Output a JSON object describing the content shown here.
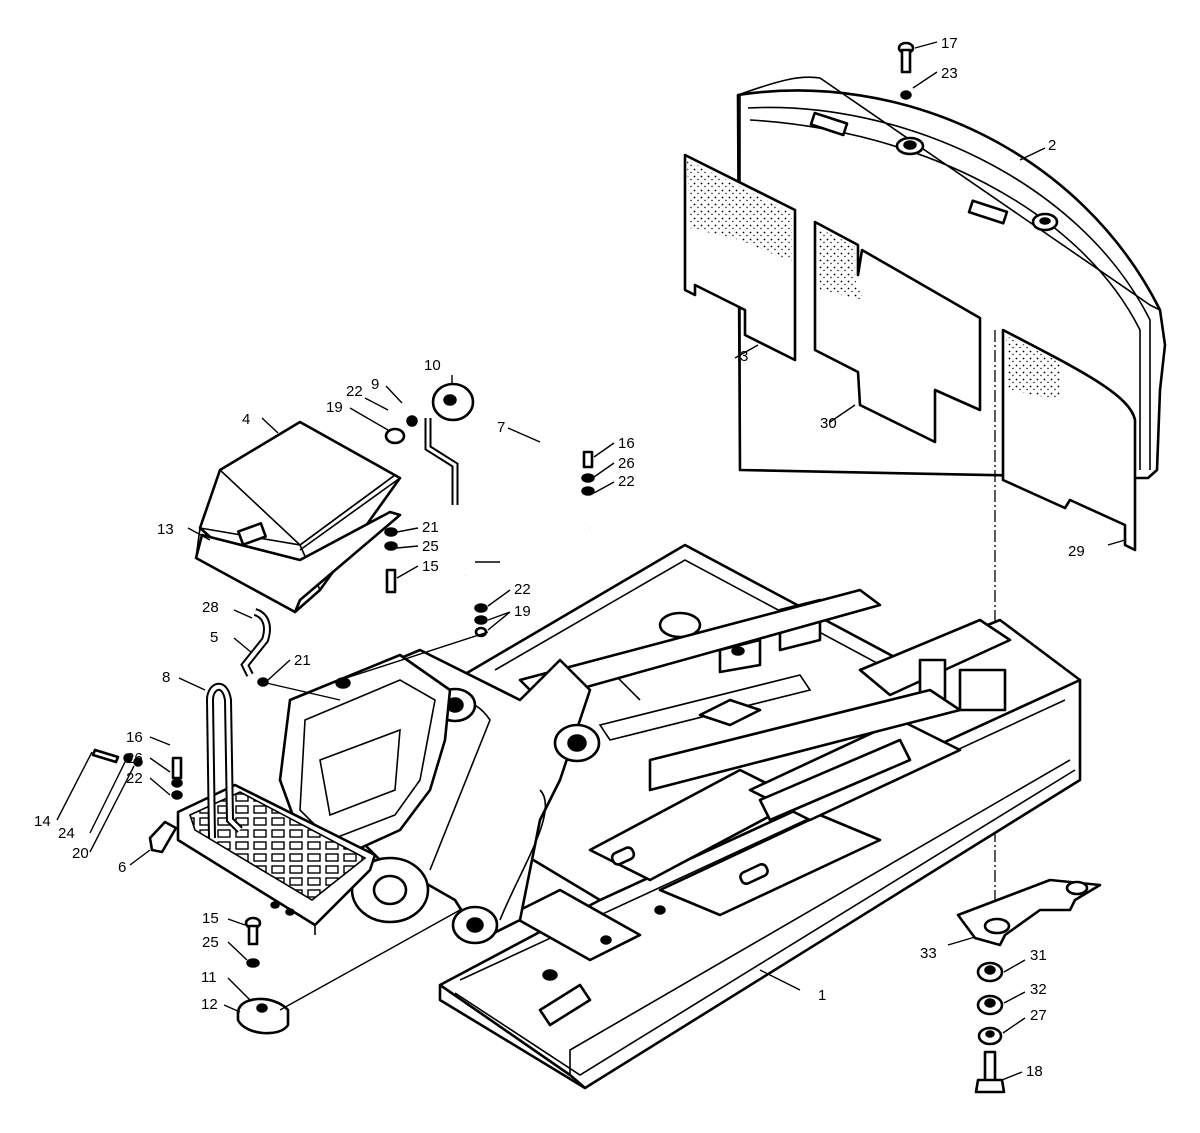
{
  "callouts": [
    {
      "id": "c1",
      "text": "1"
    },
    {
      "id": "c2",
      "text": "2"
    },
    {
      "id": "c3",
      "text": "3"
    },
    {
      "id": "c4",
      "text": "4"
    },
    {
      "id": "c5",
      "text": "5"
    },
    {
      "id": "c6",
      "text": "6"
    },
    {
      "id": "c7",
      "text": "7"
    },
    {
      "id": "c8",
      "text": "8"
    },
    {
      "id": "c9",
      "text": "9"
    },
    {
      "id": "c10",
      "text": "10"
    },
    {
      "id": "c11",
      "text": "11"
    },
    {
      "id": "c12",
      "text": "12"
    },
    {
      "id": "c13",
      "text": "13"
    },
    {
      "id": "c14",
      "text": "14"
    },
    {
      "id": "c15a",
      "text": "15"
    },
    {
      "id": "c15b",
      "text": "15"
    },
    {
      "id": "c16a",
      "text": "16"
    },
    {
      "id": "c16b",
      "text": "16"
    },
    {
      "id": "c17",
      "text": "17"
    },
    {
      "id": "c18",
      "text": "18"
    },
    {
      "id": "c19a",
      "text": "19"
    },
    {
      "id": "c19b",
      "text": "19"
    },
    {
      "id": "c20",
      "text": "20"
    },
    {
      "id": "c21a",
      "text": "21"
    },
    {
      "id": "c21b",
      "text": "21"
    },
    {
      "id": "c22a",
      "text": "22"
    },
    {
      "id": "c22b",
      "text": "22"
    },
    {
      "id": "c22c",
      "text": "22"
    },
    {
      "id": "c22d",
      "text": "22"
    },
    {
      "id": "c23",
      "text": "23"
    },
    {
      "id": "c24",
      "text": "24"
    },
    {
      "id": "c25a",
      "text": "25"
    },
    {
      "id": "c25b",
      "text": "25"
    },
    {
      "id": "c26a",
      "text": "26"
    },
    {
      "id": "c26b",
      "text": "26"
    },
    {
      "id": "c27",
      "text": "27"
    },
    {
      "id": "c28",
      "text": "28"
    },
    {
      "id": "c29",
      "text": "29"
    },
    {
      "id": "c30",
      "text": "30"
    },
    {
      "id": "c31",
      "text": "31"
    },
    {
      "id": "c32",
      "text": "32"
    },
    {
      "id": "c33",
      "text": "33"
    }
  ]
}
